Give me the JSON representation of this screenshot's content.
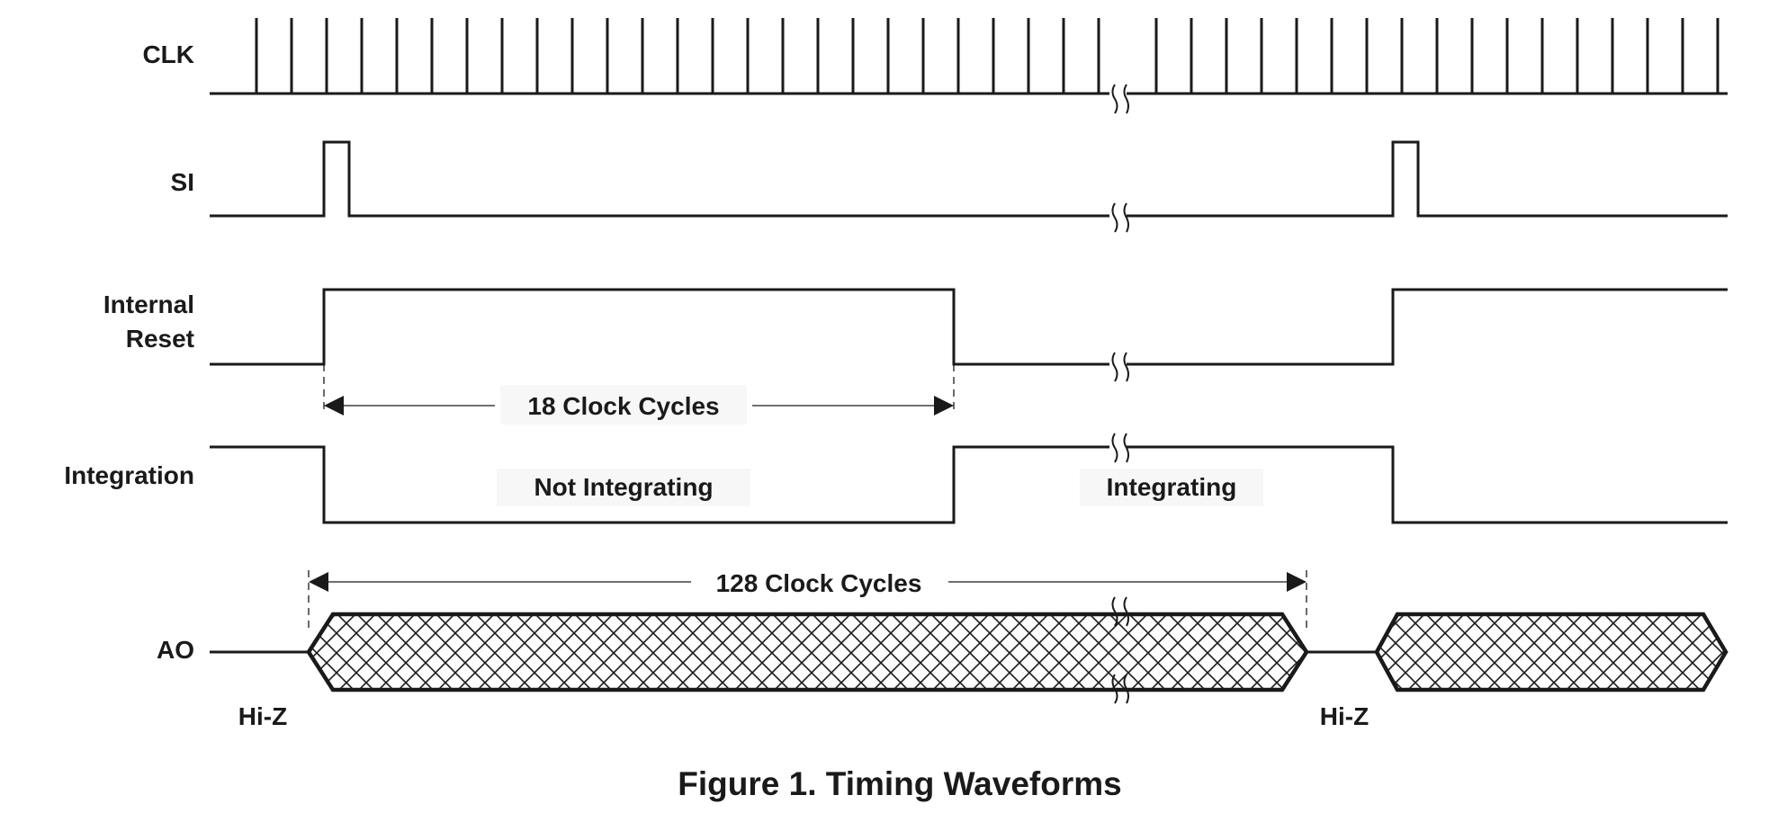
{
  "signals": {
    "clk": "CLK",
    "si": "SI",
    "reset_line1": "Internal",
    "reset_line2": "Reset",
    "integration": "Integration",
    "ao": "AO"
  },
  "annotations": {
    "reset_span": "18 Clock Cycles",
    "not_integrating": "Not Integrating",
    "integrating": "Integrating",
    "ao_span": "128 Clock Cycles",
    "hiz_left": "Hi-Z",
    "hiz_right": "Hi-Z"
  },
  "caption": "Figure 1. Timing Waveforms"
}
